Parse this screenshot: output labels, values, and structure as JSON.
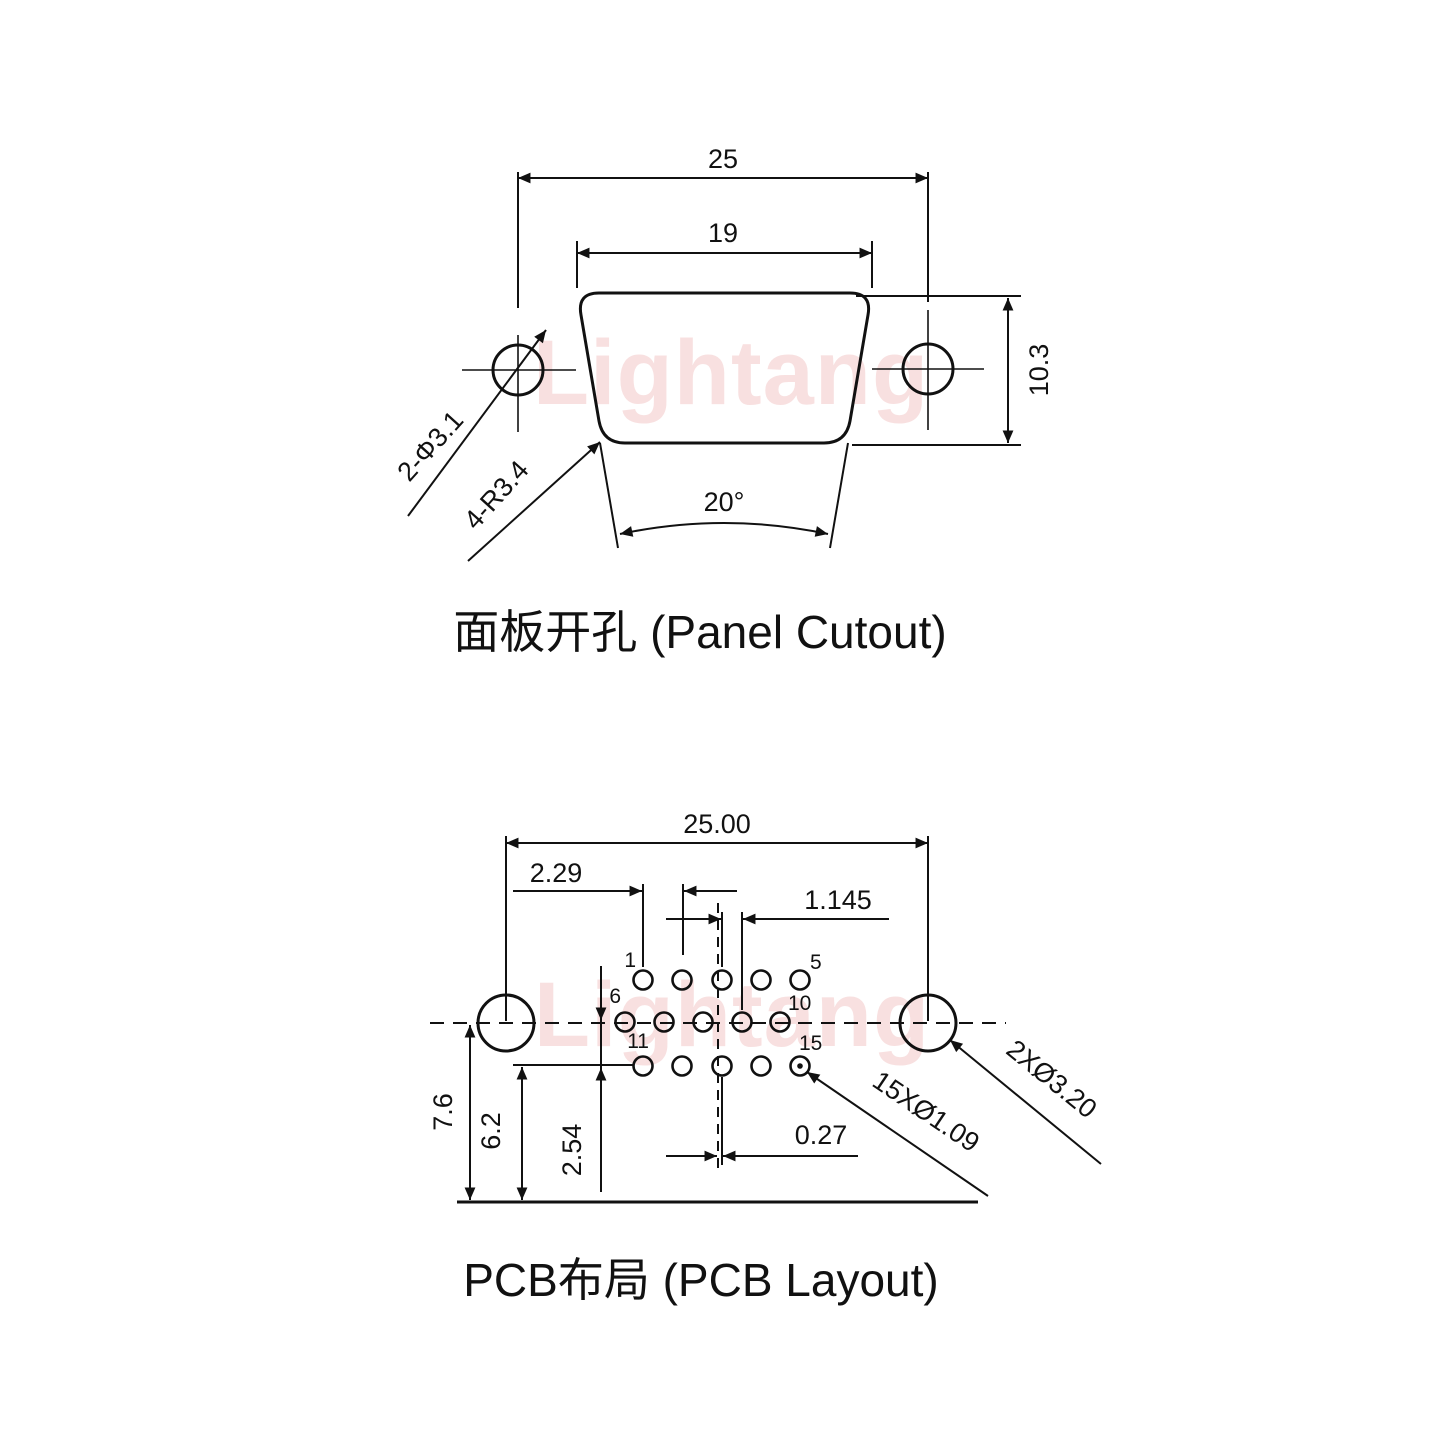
{
  "colors": {
    "line": "#111111",
    "watermark_pink": "#f3c8c8",
    "background": "#ffffff"
  },
  "watermark": {
    "text": "Lightang"
  },
  "panel_cutout": {
    "title": "面板开孔 (Panel Cutout)",
    "dims": {
      "outer_width": "25",
      "inner_width": "19",
      "height": "10.3",
      "taper_angle": "20°",
      "mount_holes": "2-Φ3.1",
      "corner_radius": "4-R3.4"
    }
  },
  "pcb_layout": {
    "title": "PCB布局 (PCB Layout)",
    "dims": {
      "hole_spacing": "25.00",
      "pin_pitch": "2.29",
      "row_stagger": "1.145",
      "center_offset": "0.27",
      "center_to_edge": "7.6",
      "row3_to_edge": "6.2",
      "row_spacing": "2.54",
      "pin_holes": "15XØ1.09",
      "mount_holes": "2XØ3.20"
    },
    "pin_labels": {
      "p1": "1",
      "p5": "5",
      "p6": "6",
      "p10": "10",
      "p11": "11",
      "p15": "15"
    }
  }
}
